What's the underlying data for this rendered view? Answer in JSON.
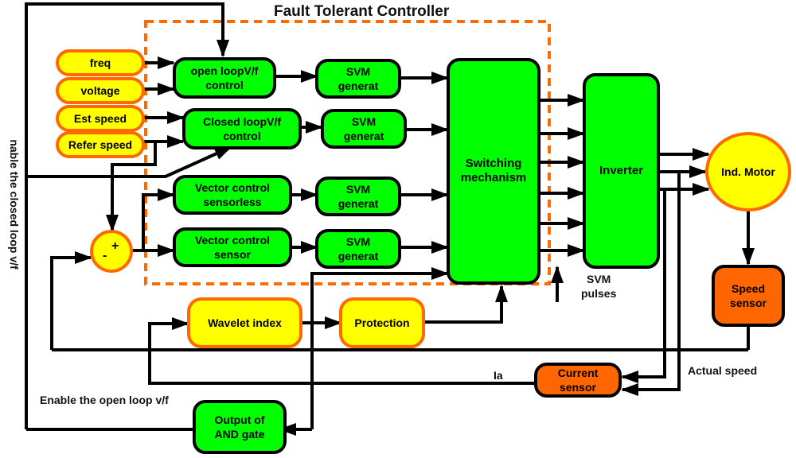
{
  "title": "Fault Tolerant Controller",
  "inputs": {
    "freq": "freq",
    "voltage": "voltage",
    "est_speed": "Est speed",
    "refer_speed": "Refer speed"
  },
  "controllers": {
    "open_loop": "open loopV/f\ncontrol",
    "closed_loop": "Closed loopV/f\ncontrol",
    "vector_sensorless": "Vector control\nsensorless",
    "vector_sensor": "Vector control\nsensor"
  },
  "svm": [
    "SVM\ngenerat",
    "SVM\ngenerat",
    "SVM\ngenerat",
    "SVM\ngenerat"
  ],
  "switching": "Switching\nmechanism",
  "inverter": "Inverter",
  "motor": "Ind. Motor",
  "speed_sensor": "Speed\nsensor",
  "current_sensor": "Current\nsensor",
  "wavelet": "Wavelet index",
  "protection": "Protection",
  "and_gate": "Output of\nAND gate",
  "summer": {
    "plus": "+",
    "minus": "-"
  },
  "labels": {
    "svm_pulses": "SVM\npulses",
    "actual_speed": "Actual speed",
    "ia": "Ia",
    "enable_open": "Enable the open loop v/f",
    "enable_closed": "nable the closed loop v/f"
  }
}
